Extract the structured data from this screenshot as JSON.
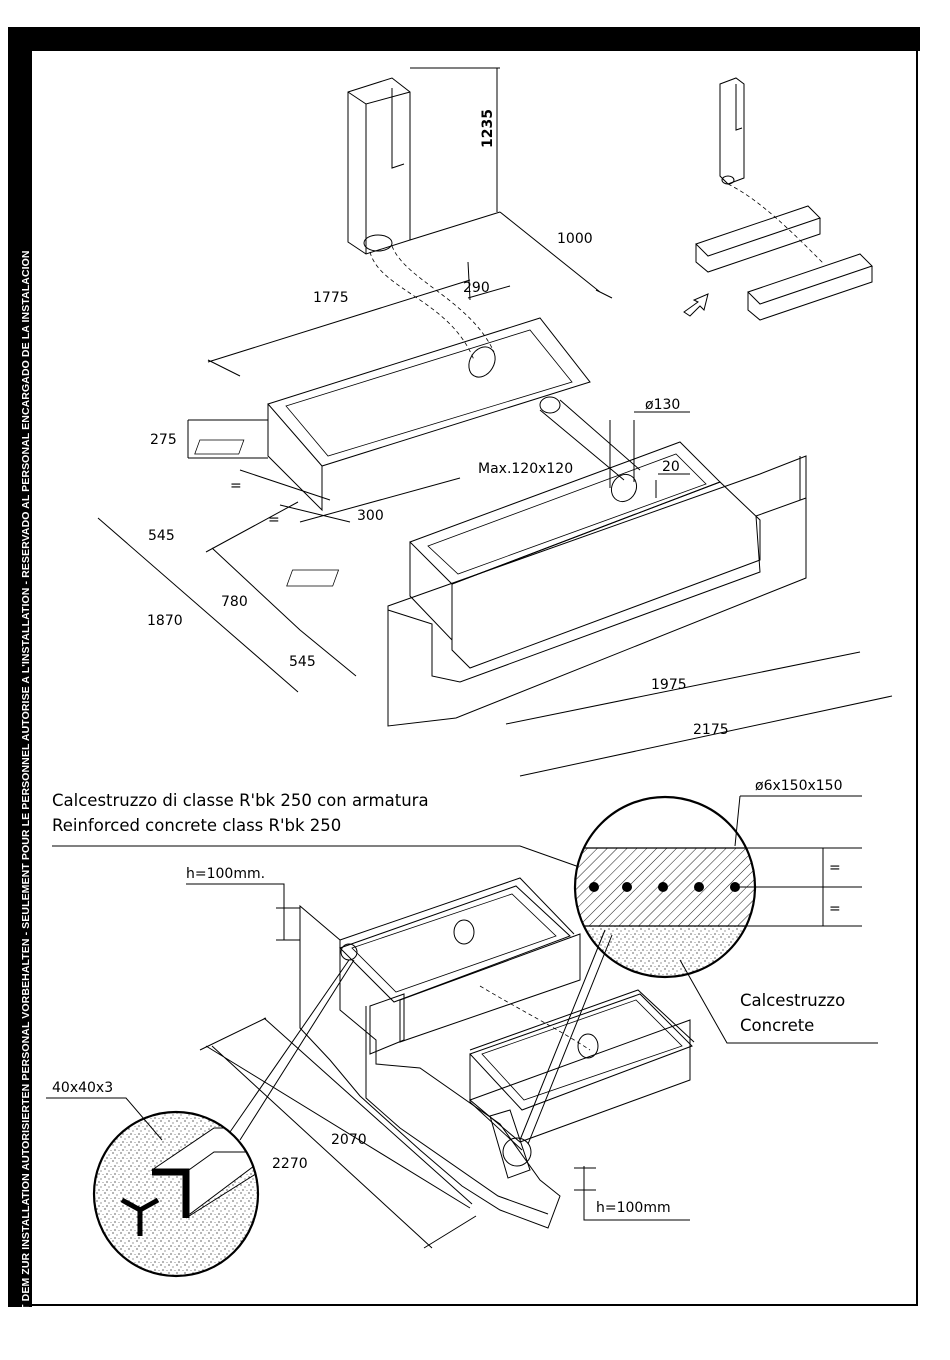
{
  "sidebar_notice": "IST DEM ZUR INSTALLATION AUTORISIERTEN PERSONAL VORBEHALTEN - SEULEMENT POUR LE PERSONNEL AUTORISE A L'INSTALLATION - RESERVADO AL PERSONAL ENCARGADO DE LA INSTALACION",
  "top_dims": {
    "d1235": "1235",
    "d1000": "1000",
    "d1775": "1775",
    "d290": "290",
    "d275": "275",
    "eq1": "=",
    "eq2": "=",
    "d300": "300",
    "d545a": "545",
    "d780": "780",
    "d1870": "1870",
    "d545b": "545",
    "dia130": "ø130",
    "max": "Max.120x120",
    "d20": "20",
    "d1975": "1975",
    "d2175": "2175"
  },
  "bottom": {
    "title_it": "Calcestruzzo di classe R'bk 250 con armatura",
    "title_en": "Reinforced concrete class R'bk 250",
    "mesh": "ø6x150x150",
    "eq_a": "=",
    "eq_b": "=",
    "h100a": "h=100mm.",
    "concrete_it": "Calcestruzzo",
    "concrete_en": "Concrete",
    "angle": "40x40x3",
    "d2070": "2070",
    "d2270": "2270",
    "h100b": "h=100mm"
  },
  "colors": {
    "bar": "#000000",
    "ink": "#000000",
    "paper": "#ffffff"
  },
  "icons": [
    "arrow-icon",
    "rebar-dots-icon"
  ]
}
